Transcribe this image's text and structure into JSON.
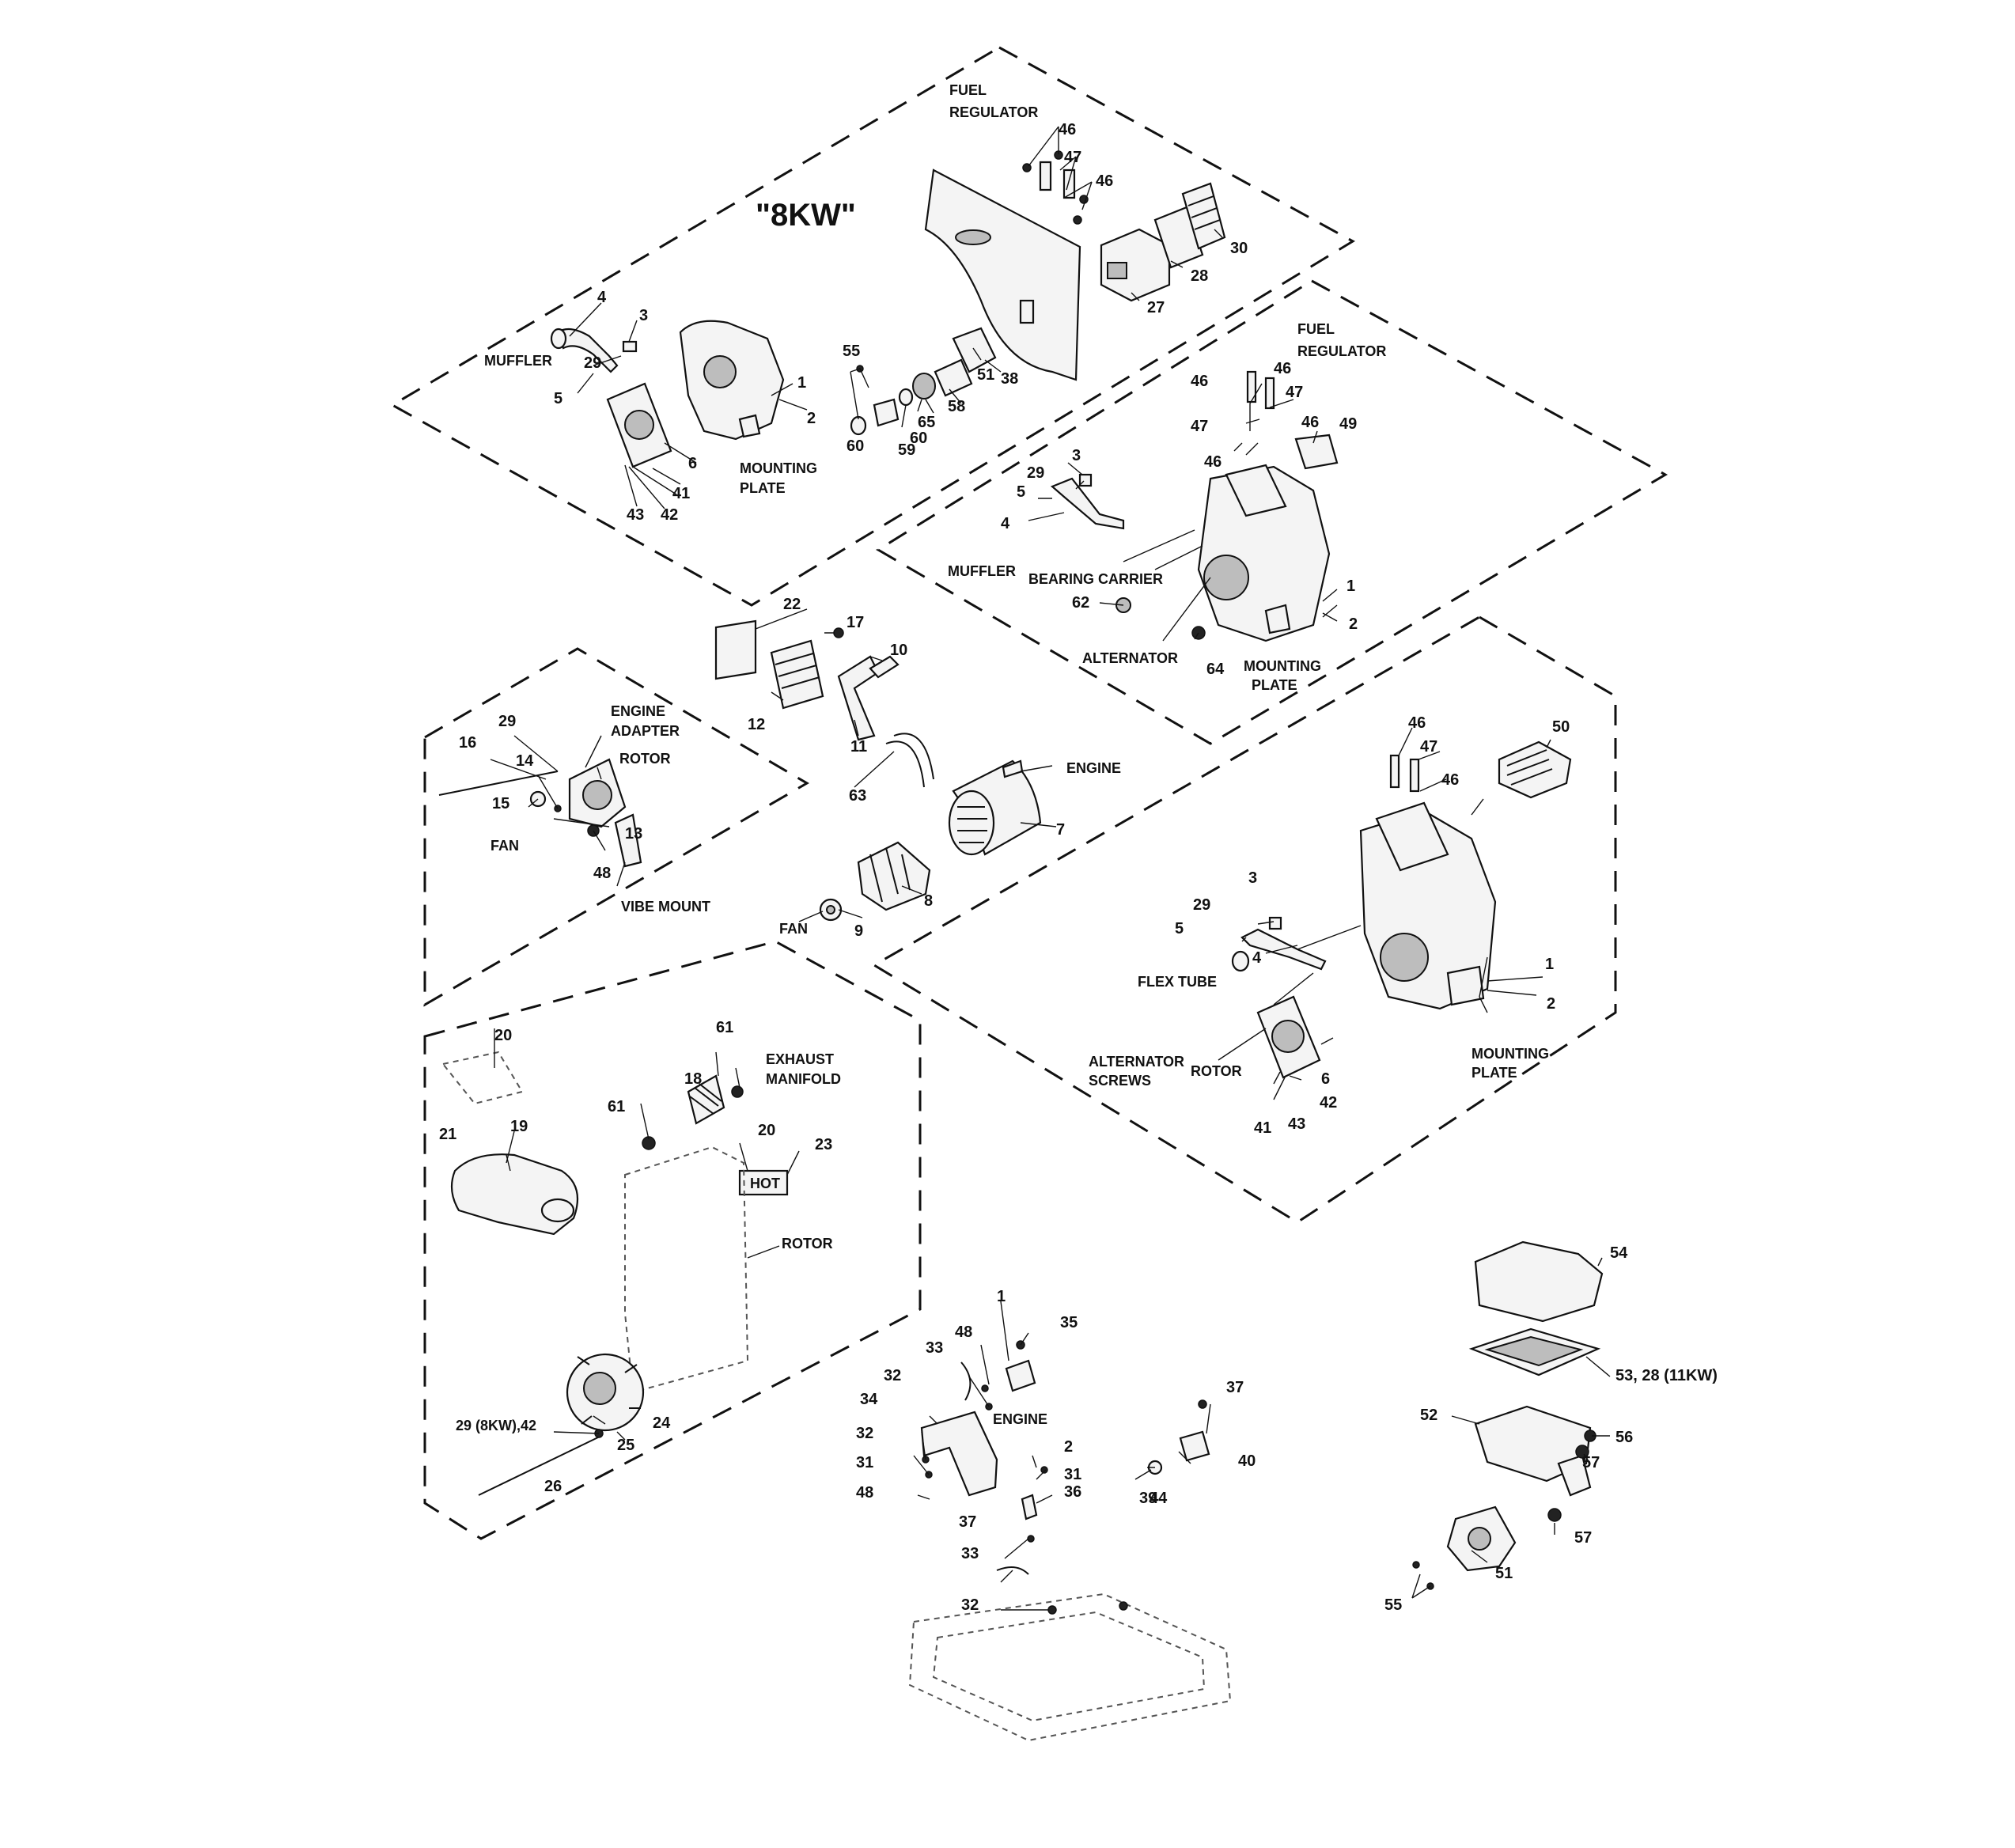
{
  "diagram": {
    "title": "\"8KW\"",
    "callouts": {
      "top_panel": [
        "46",
        "47",
        "46",
        "30",
        "28",
        "27",
        "38",
        "51",
        "58",
        "65",
        "60",
        "59",
        "60",
        "55",
        "4",
        "3",
        "29",
        "5",
        "1",
        "2",
        "6",
        "41",
        "42",
        "43"
      ],
      "right_top_panel": [
        "46",
        "46",
        "47",
        "47",
        "46",
        "46",
        "49",
        "29",
        "3",
        "5",
        "4",
        "62",
        "64",
        "1",
        "2"
      ],
      "center": [
        "22",
        "17",
        "10",
        "12",
        "11",
        "63",
        "7",
        "8",
        "9"
      ],
      "left_panel": [
        "29",
        "16",
        "14",
        "15",
        "48",
        "13"
      ],
      "right_panel": [
        "46",
        "47",
        "46",
        "50",
        "29",
        "3",
        "5",
        "4",
        "1",
        "2",
        "6",
        "41",
        "43",
        "42"
      ],
      "bottom_left_panel": [
        "20",
        "61",
        "18",
        "61",
        "19",
        "21",
        "20",
        "23",
        "24",
        "25",
        "26"
      ],
      "base": [
        "1",
        "35",
        "48",
        "33",
        "32",
        "34",
        "32",
        "31",
        "48",
        "2",
        "31",
        "36",
        "37",
        "33",
        "32",
        "37",
        "40",
        "39",
        "44"
      ],
      "air_box": [
        "54",
        "53, 28 (11KW)",
        "52",
        "56",
        "57",
        "57",
        "51",
        "55"
      ]
    },
    "captions": {
      "top_panel": [
        "FUEL",
        "REGULATOR",
        "MUFFLER",
        "MOUNTING",
        "PLATE"
      ],
      "right_top_panel": [
        "FUEL",
        "REGULATOR",
        "MUFFLER",
        "BEARING CARRIER",
        "ALTERNATOR",
        "MOUNTING",
        "PLATE"
      ],
      "center": [
        "ENGINE",
        "FAN"
      ],
      "left_panel": [
        "ENGINE",
        "ADAPTER",
        "ROTOR",
        "FAN",
        "VIBE MOUNT"
      ],
      "right_panel": [
        "FLEX TUBE",
        "ALTERNATOR",
        "SCREWS",
        "ROTOR",
        "MOUNTING",
        "PLATE"
      ],
      "bottom_left_panel": [
        "EXHAUST",
        "MANIFOLD",
        "ROTOR",
        "29 (8KW),42"
      ],
      "base": [
        "ENGINE"
      ]
    },
    "placard": "HOT"
  }
}
